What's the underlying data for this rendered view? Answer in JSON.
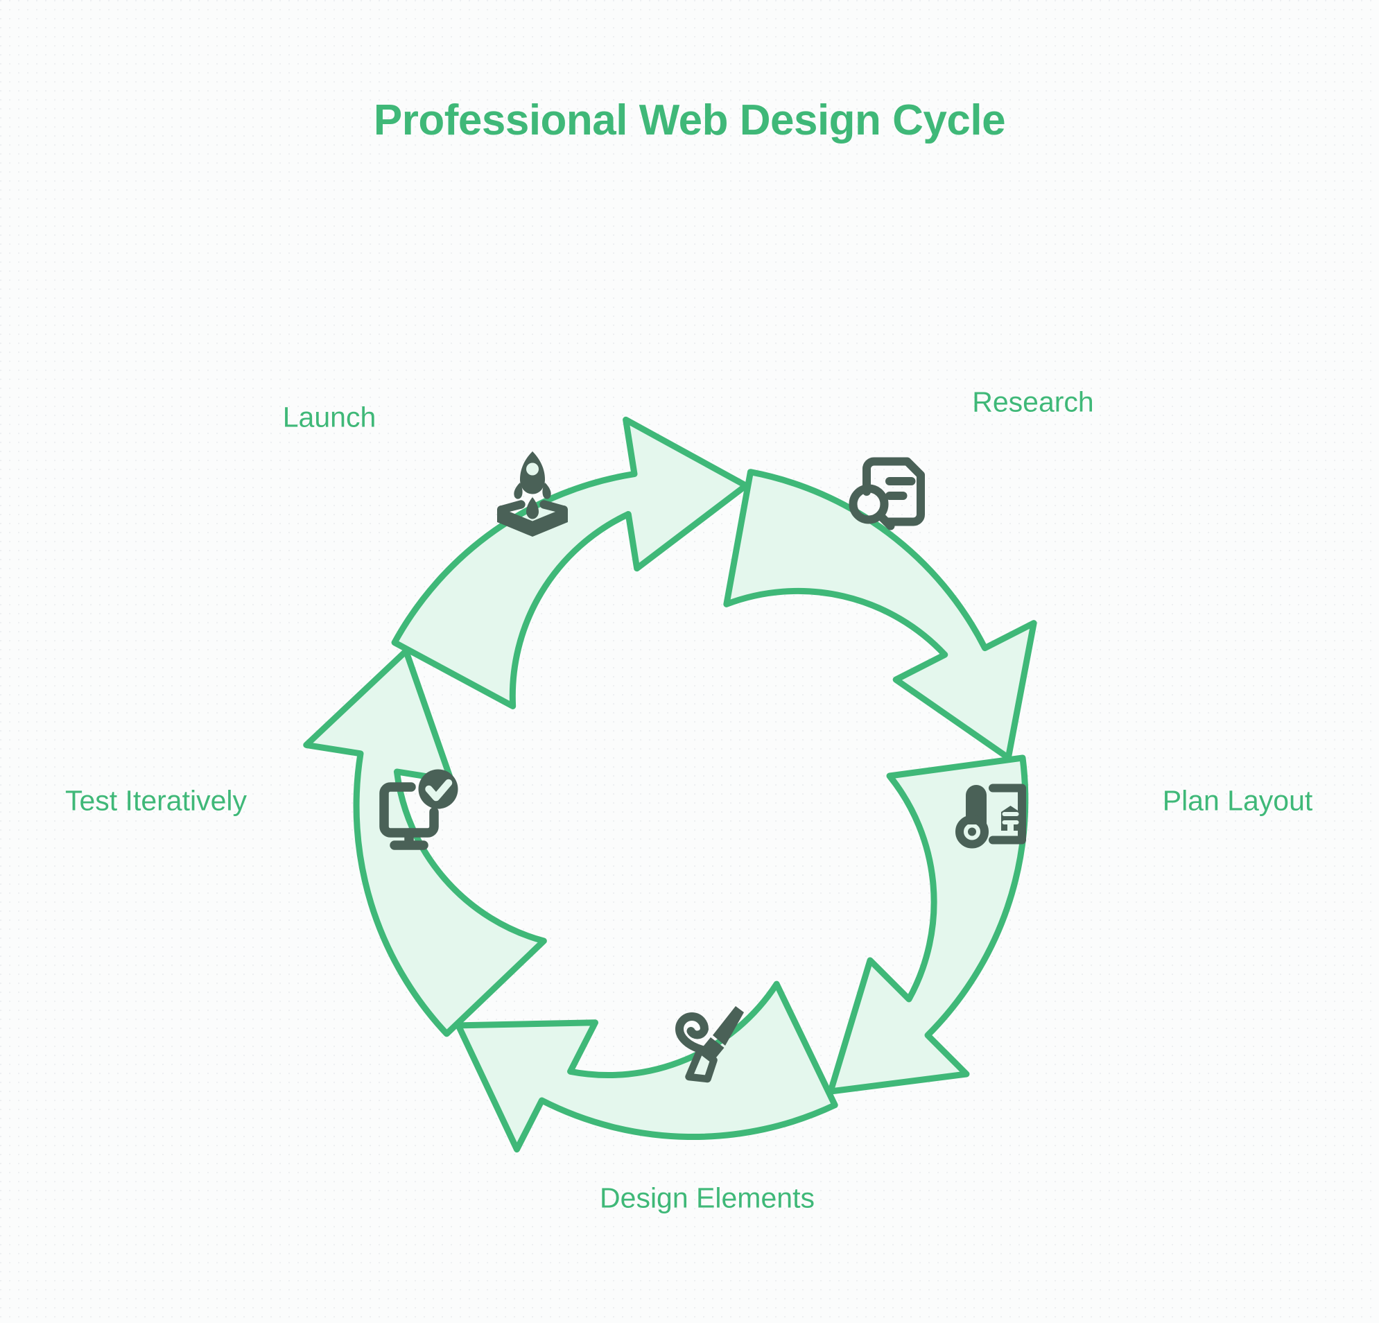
{
  "title": "Professional Web Design Cycle",
  "colors": {
    "accent_green": "#3fb878",
    "arrow_fill": "#e4f7ed",
    "icon_dark": "#4a6157",
    "background": "#fbfcfc",
    "center_fill": "#fbfcfc"
  },
  "diagram": {
    "type": "cycle",
    "direction": "clockwise",
    "segment_count": 5,
    "stages": [
      {
        "label": "Research",
        "icon": "document-magnifier-icon",
        "position": "top-right"
      },
      {
        "label": "Plan Layout",
        "icon": "blueprint-icon",
        "position": "right"
      },
      {
        "label": "Design Elements",
        "icon": "paintbrush-icon",
        "position": "bottom"
      },
      {
        "label": "Test Iteratively",
        "icon": "monitor-check-icon",
        "position": "left"
      },
      {
        "label": "Launch",
        "icon": "rocket-hands-icon",
        "position": "top-left"
      }
    ]
  }
}
